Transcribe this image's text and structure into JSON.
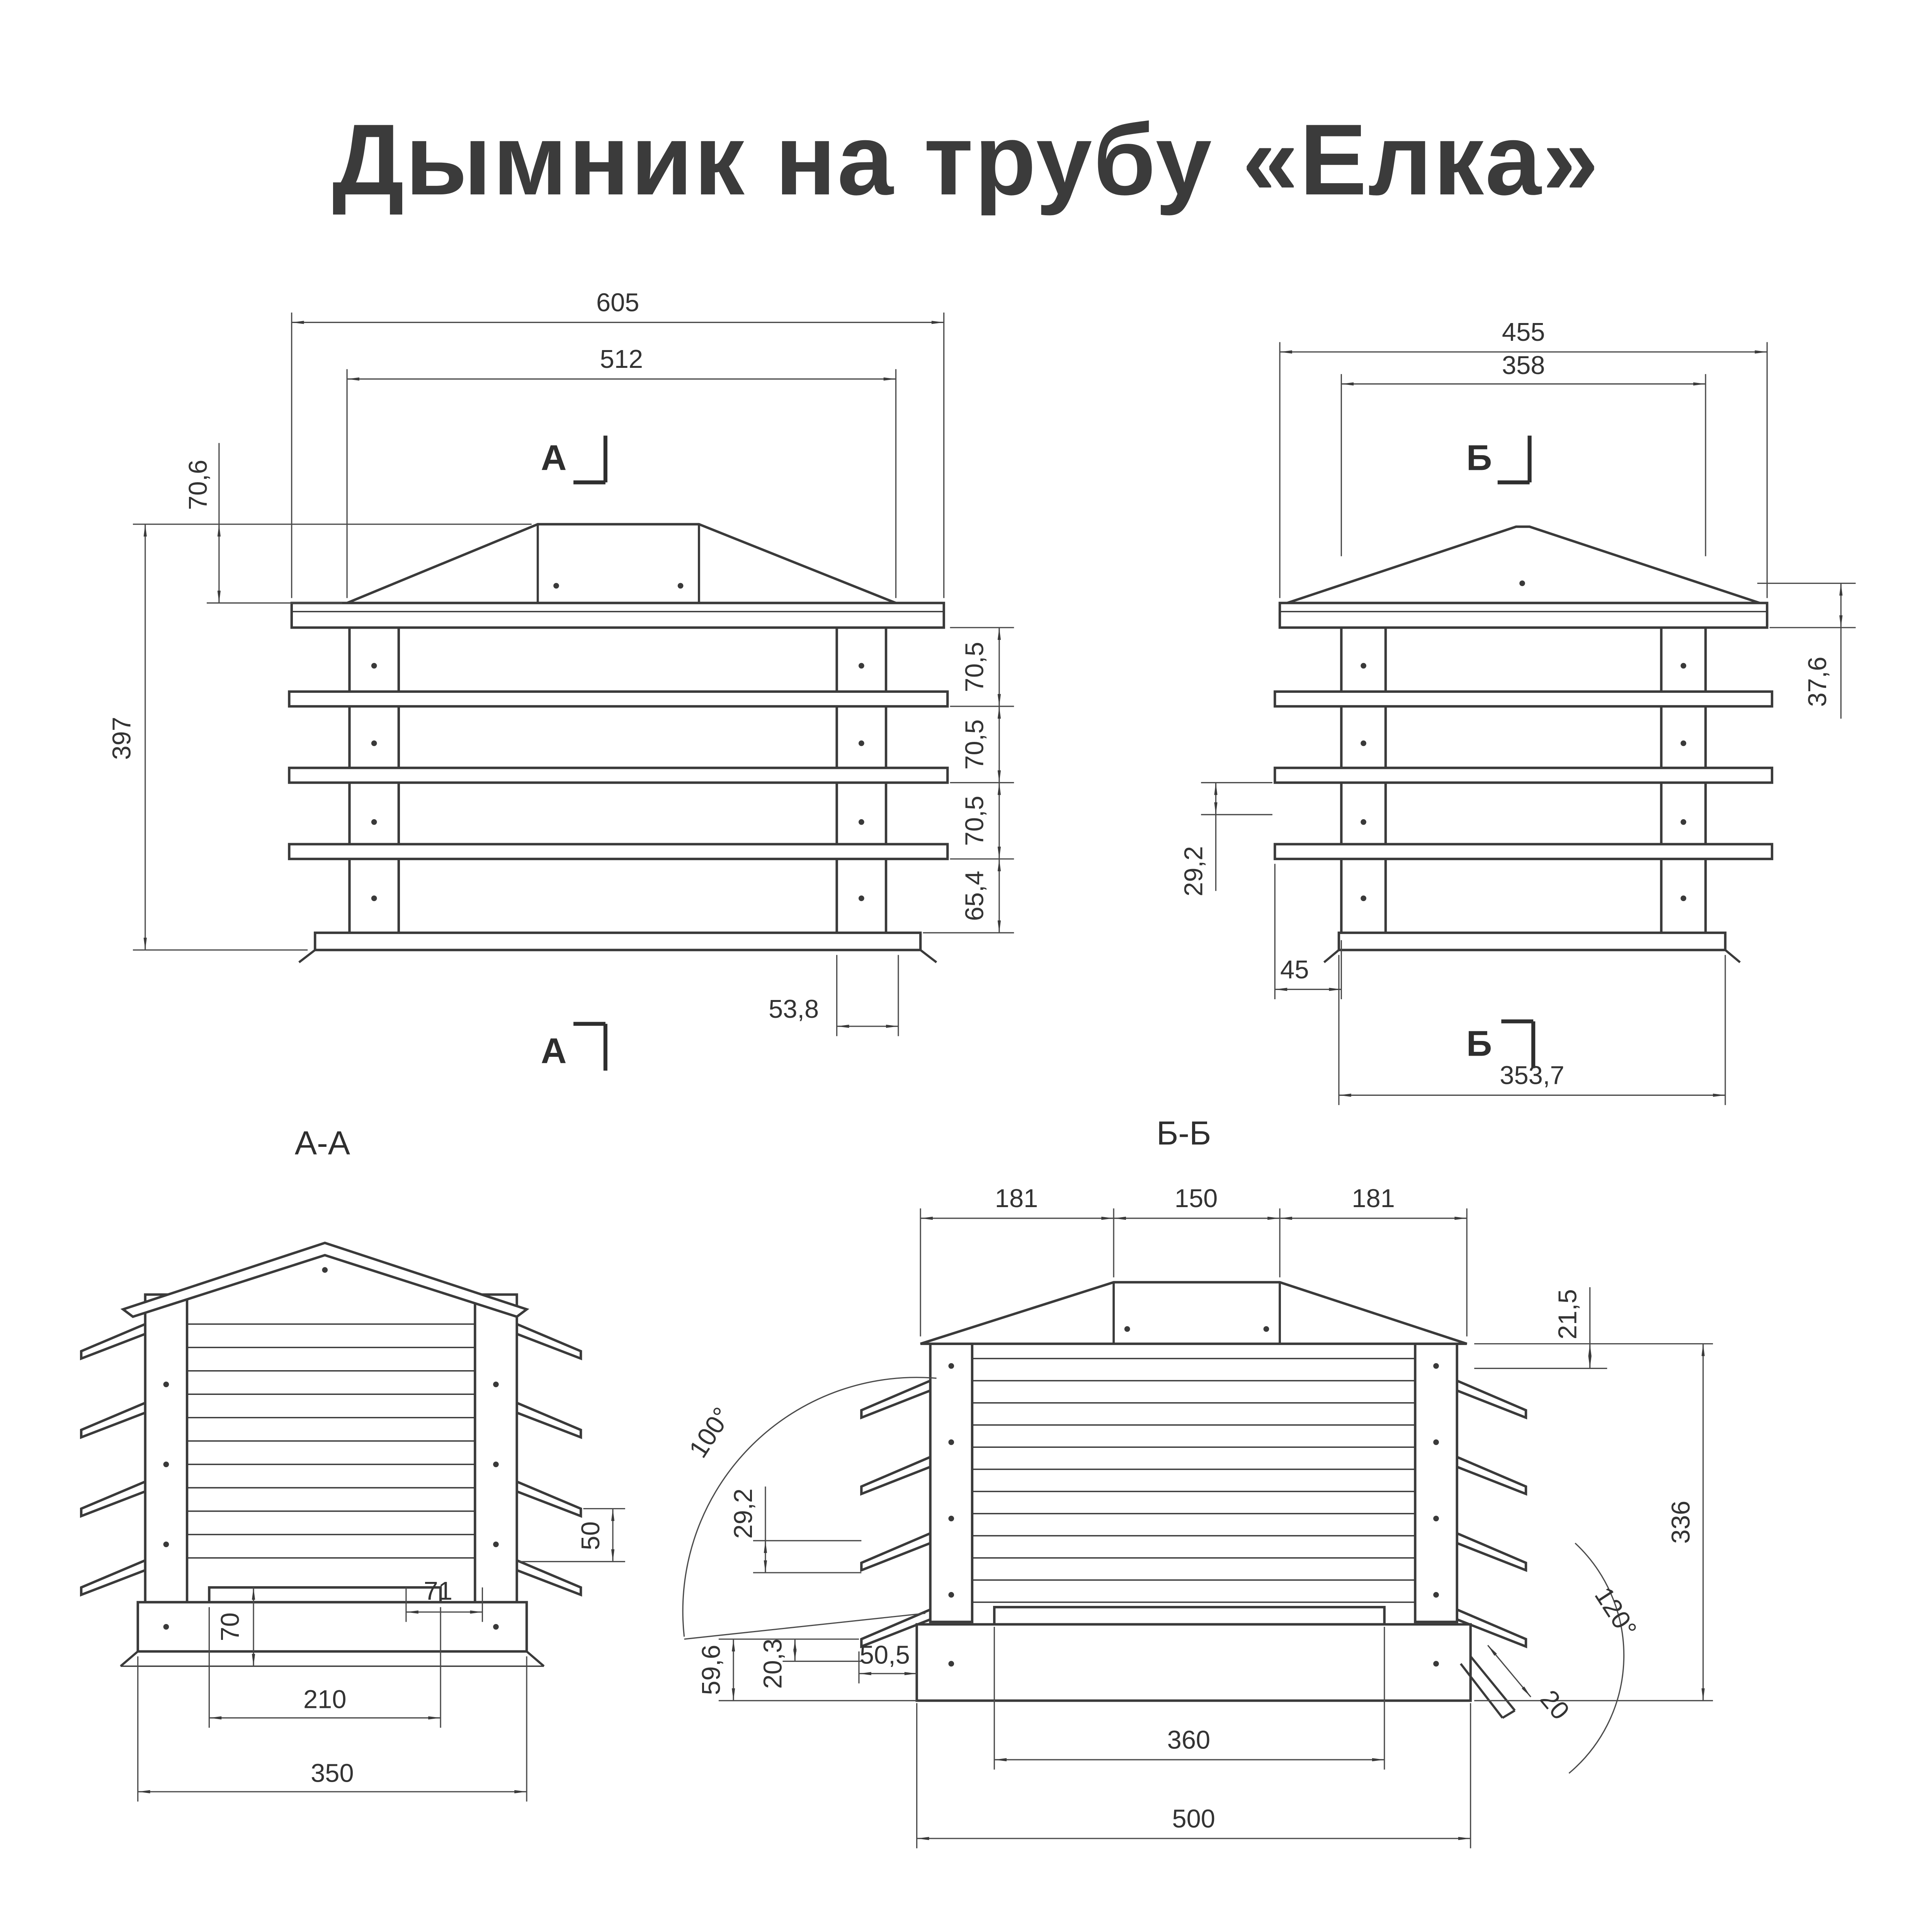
{
  "title": "Дымник на трубу «Елка»",
  "front_view": {
    "section_marker": "А",
    "dims": {
      "overall_width": "605",
      "roof_width": "512",
      "roof_height": "70,6",
      "total_height": "397",
      "pitch_1": "70,5",
      "pitch_2": "70,5",
      "pitch_3": "70,5",
      "base_height": "65,4",
      "overhang": "53,8"
    }
  },
  "side_view": {
    "section_marker": "Б",
    "dims": {
      "overall_width": "455",
      "roof_width": "358",
      "brim_height": "37,6",
      "louver_gap": "29,2",
      "louver_offset": "45",
      "base_width": "353,7"
    }
  },
  "section_a": {
    "label": "А-А",
    "dims": {
      "louver_pitch": "50",
      "slat_width": "71",
      "base_height": "70",
      "outlet_width": "210",
      "base_width": "350"
    }
  },
  "section_b": {
    "label": "Б-Б",
    "dims": {
      "roof_left": "181",
      "roof_top": "150",
      "roof_right": "181",
      "edge_drop": "21,5",
      "louver_angle": "100°",
      "louver_gap": "29,2",
      "skirt_height": "59,6",
      "slat_drop": "20,3",
      "slat_width": "50,5",
      "body_height": "336",
      "flange_angle": "120°",
      "flange_width": "20",
      "outlet_width": "360",
      "base_width": "500"
    }
  }
}
